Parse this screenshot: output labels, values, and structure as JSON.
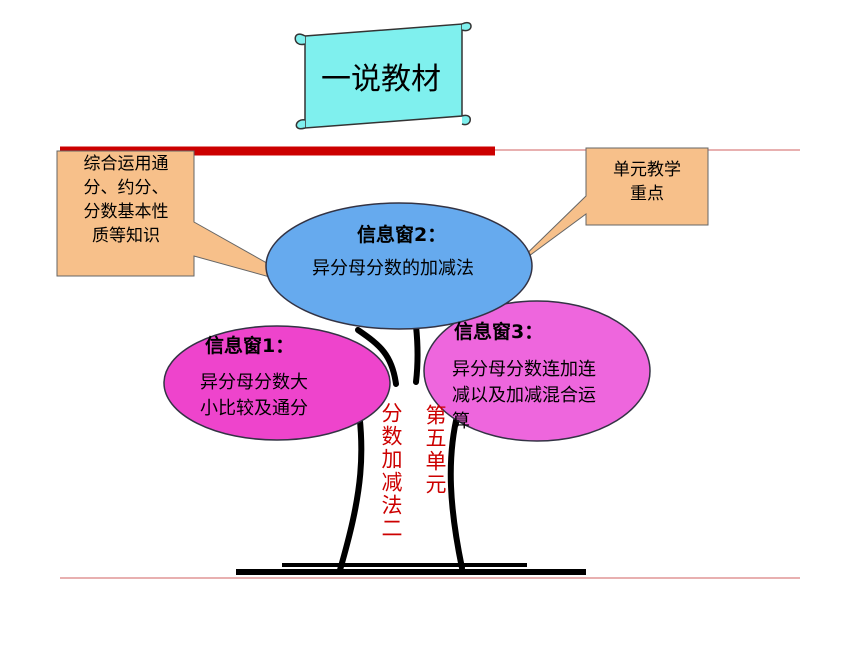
{
  "title": "一说教材",
  "callout_left": [
    "综合运用通",
    "分、约分、",
    "分数基本性",
    "质等知识"
  ],
  "callout_right": [
    "单元教学",
    "重点"
  ],
  "window2": {
    "title": "信息窗2：",
    "body": "异分母分数的加减法"
  },
  "window1": {
    "title": "信息窗1：",
    "body": [
      "异分母分数大",
      "小比较及通分"
    ]
  },
  "window3": {
    "title": "信息窗3：",
    "body": [
      "异分母分数连加连",
      "减以及加减混合运",
      "算"
    ]
  },
  "trunk_text_left": "分数加减法二",
  "trunk_text_right": "第五单元",
  "colors": {
    "window1_fill": "#ee44cc",
    "window2_fill": "#66aaee",
    "window3_fill": "#ee66dd",
    "callout_fill": "#f7c08a",
    "scroll_fill": "#7ff0ee",
    "accent_red": "#cc0000"
  }
}
